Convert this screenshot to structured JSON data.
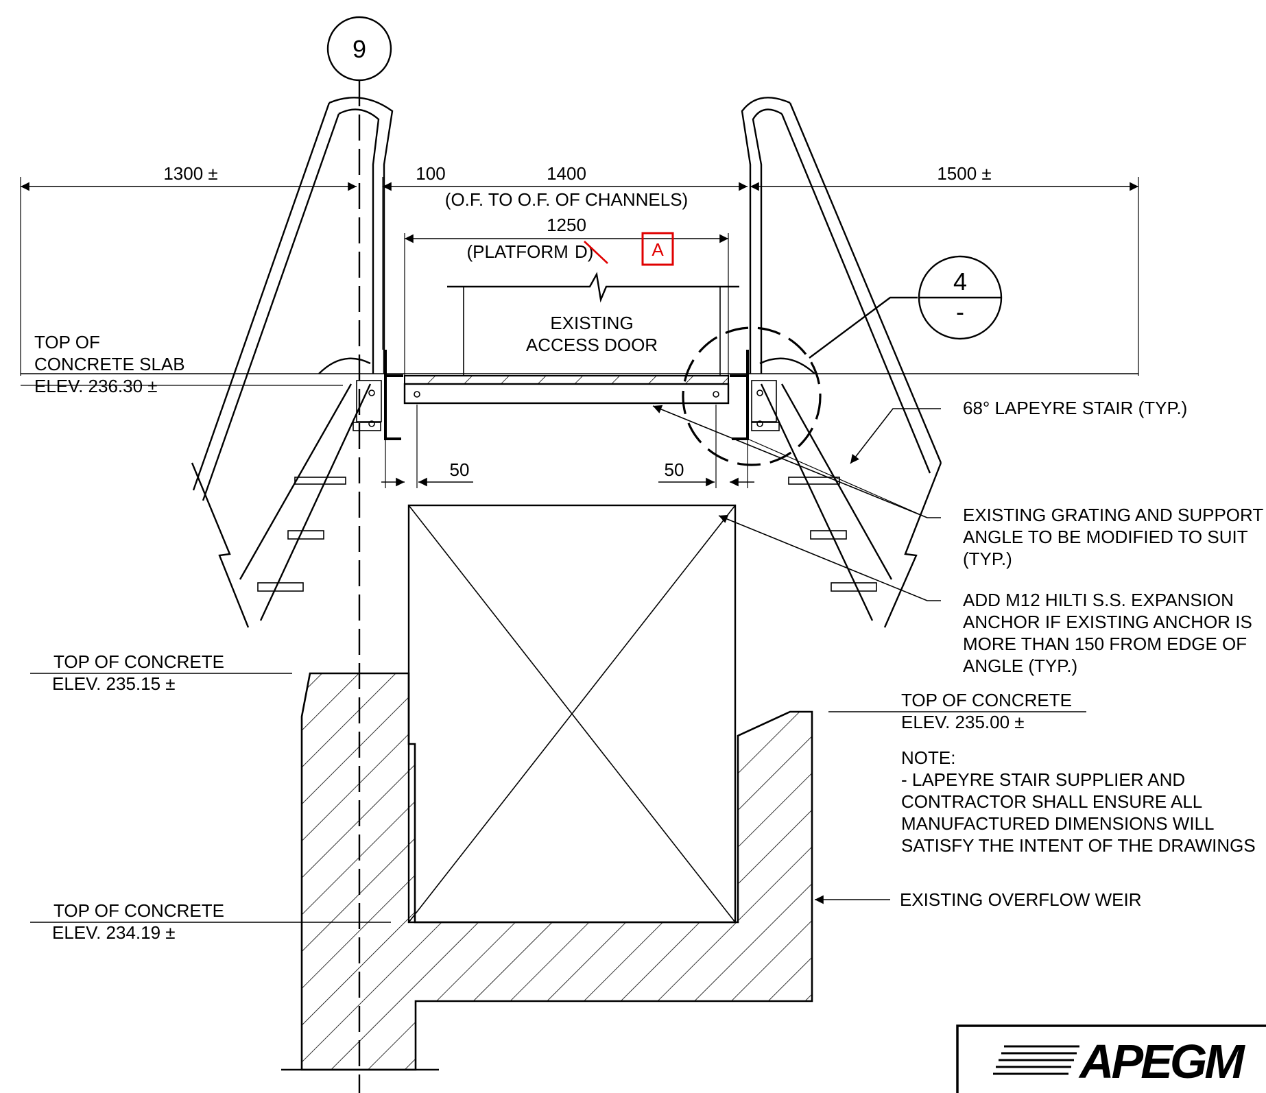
{
  "grid_bubbles": {
    "grid_9": "9",
    "detail_number": "4",
    "detail_sheet": "-"
  },
  "dimensions": {
    "left": "1300 ±",
    "inner_left": "100",
    "center": "1400",
    "center_note": "(O.F. TO O.F. OF CHANNELS)",
    "platform": "1250",
    "platform_note_prefix": "(PLATFORM ",
    "platform_note_struck": "D)",
    "right": "1500 ±",
    "gap_left": "50",
    "gap_right": "50"
  },
  "revision": {
    "tag": "A",
    "color": "#e00000"
  },
  "labels": {
    "existing_access_door": [
      "EXISTING",
      "ACCESS DOOR"
    ],
    "top_of_slab": [
      "TOP OF",
      "CONCRETE SLAB",
      "ELEV. 236.30 ±"
    ],
    "top_concrete_1": [
      "TOP OF CONCRETE",
      "ELEV. 235.15 ±"
    ],
    "top_concrete_2": [
      "TOP OF CONCRETE",
      "ELEV. 235.00 ±"
    ],
    "top_concrete_3": [
      "TOP OF CONCRETE",
      "ELEV. 234.19 ±"
    ]
  },
  "callouts": {
    "stair": "68° LAPEYRE STAIR (TYP.)",
    "grating": [
      "EXISTING GRATING AND SUPPORT",
      "ANGLE TO BE MODIFIED TO SUIT",
      "(TYP.)"
    ],
    "anchor": [
      "ADD M12 HILTI S.S. EXPANSION",
      "ANCHOR IF EXISTING ANCHOR IS",
      "MORE THAN 150 FROM EDGE OF",
      "ANGLE (TYP.)"
    ],
    "weir": "EXISTING OVERFLOW WEIR"
  },
  "note": {
    "heading": "NOTE:",
    "lines": [
      "-  LAPEYRE STAIR SUPPLIER AND",
      "CONTRACTOR SHALL ENSURE ALL",
      "MANUFACTURED DIMENSIONS WILL",
      "SATISFY THE INTENT OF THE DRAWINGS"
    ]
  },
  "logo": {
    "text": "APEGM"
  }
}
